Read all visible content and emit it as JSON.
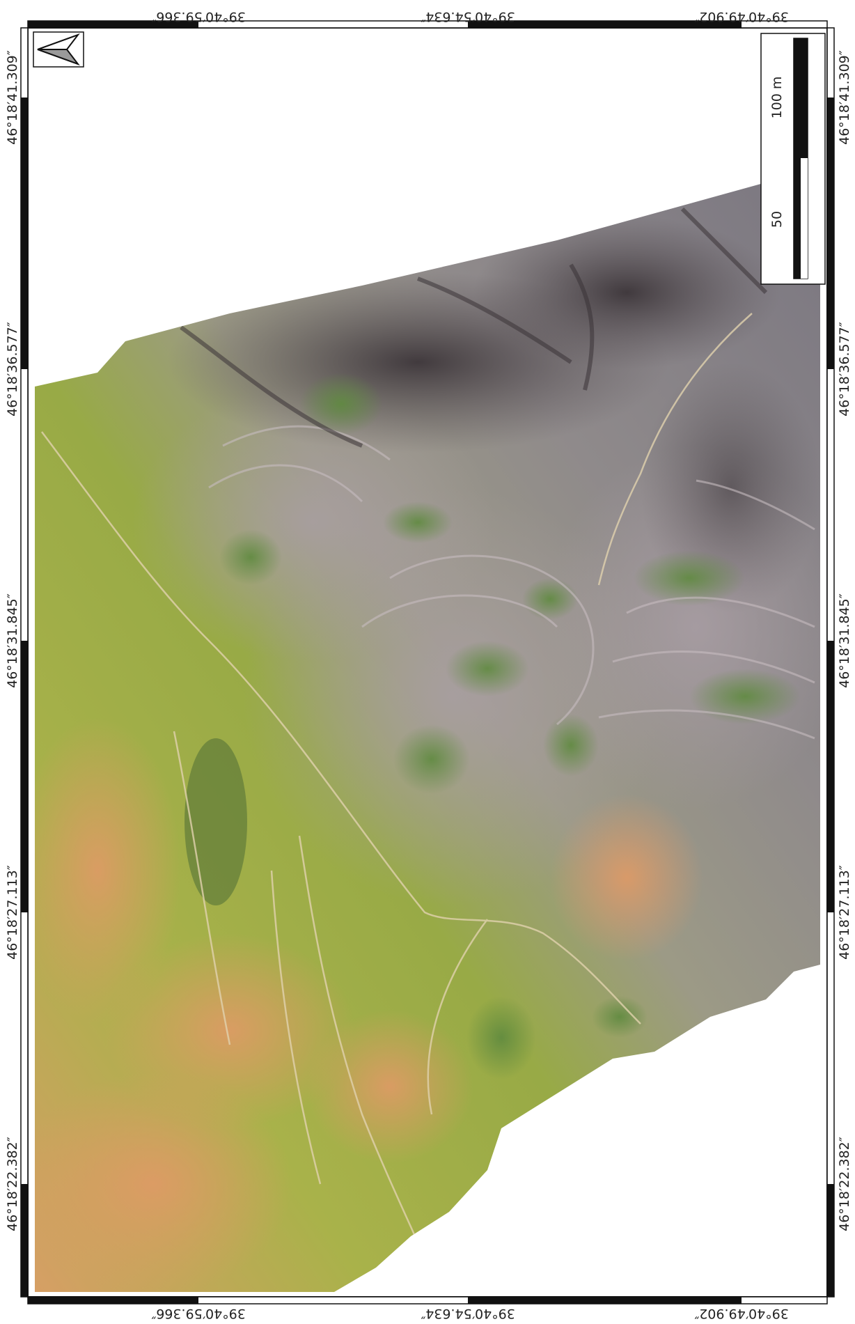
{
  "map": {
    "top_labels": [
      "39°40′59.366″",
      "39°40′54.634″",
      "39°40′49.902″"
    ],
    "bottom_labels": [
      "39°40′59.366″",
      "39°40′54.634″",
      "39°40′49.902″"
    ],
    "left_labels": [
      "46°18′41.309″",
      "46°18′36.577″",
      "46°18′31.845″",
      "46°18′27.113″",
      "46°18′22.382″"
    ],
    "right_labels": [
      "46°18′41.309″",
      "46°18′36.577″",
      "46°18′31.845″",
      "46°18′27.113″",
      "46°18′22.382″"
    ],
    "scale_bar": {
      "labels": [
        "50",
        "100 m"
      ]
    },
    "icons": [
      "north-arrow-icon"
    ],
    "colors": {
      "frame": "#111111",
      "grass_green": "#9bab3e",
      "grass_orange": "#d79a63",
      "slope_gray": "#8e8886",
      "shadow_dark": "#4b4549",
      "bush_green": "#5c7a42"
    }
  }
}
